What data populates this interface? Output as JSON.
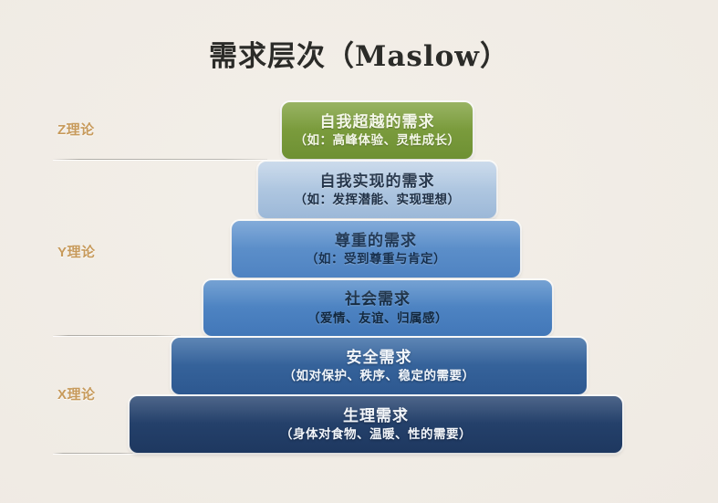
{
  "title": "需求层次（Maslow）",
  "theories": [
    {
      "id": "z",
      "label": "Z理论"
    },
    {
      "id": "y",
      "label": "Y理论"
    },
    {
      "id": "x",
      "label": "X理论"
    }
  ],
  "levels": [
    {
      "rank": 1,
      "name": "自我超越的需求",
      "detail": "（如：高峰体验、灵性成长）",
      "color": "#7b9c3d"
    },
    {
      "rank": 2,
      "name": "自我实现的需求",
      "detail": "（如：发挥潜能、实现理想）",
      "color": "#aec6e0"
    },
    {
      "rank": 3,
      "name": "尊重的需求",
      "detail": "（如：受到尊重与肯定）",
      "color": "#5b8ec9"
    },
    {
      "rank": 4,
      "name": "社会需求",
      "detail": "（爱情、友谊、归属感）",
      "color": "#4d83c2"
    },
    {
      "rank": 5,
      "name": "安全需求",
      "detail": "（如对保护、秩序、稳定的需要）",
      "color": "#35629a"
    },
    {
      "rank": 6,
      "name": "生理需求",
      "detail": "（身体对食物、温暖、性的需要）",
      "color": "#24406a"
    }
  ],
  "palette": {
    "background": "#f0ebe4",
    "title_text": "#2b2b28",
    "theory_text": "#c79a5b"
  }
}
